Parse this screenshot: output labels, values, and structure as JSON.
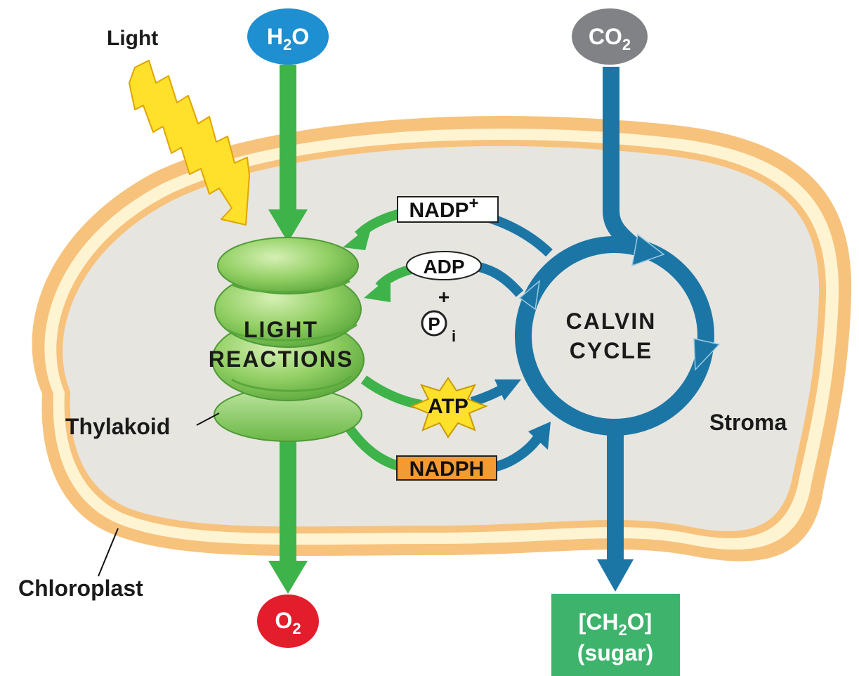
{
  "labels": {
    "light": "Light",
    "thylakoid": "Thylakoid",
    "chloroplast": "Chloroplast",
    "stroma": "Stroma",
    "light_reactions_line1": "LIGHT",
    "light_reactions_line2": "REACTIONS",
    "calvin_line1": "CALVIN",
    "calvin_line2": "CYCLE"
  },
  "inputs": {
    "h2o": {
      "main": "H",
      "sub": "2",
      "tail": "O"
    },
    "co2": {
      "main": "CO",
      "sub": "2"
    }
  },
  "outputs": {
    "o2": {
      "main": "O",
      "sub": "2"
    },
    "sugar_line1": {
      "pre": "[CH",
      "sub": "2",
      "post": "O]"
    },
    "sugar_line2": "(sugar)"
  },
  "carriers": {
    "nadp_plus": {
      "main": "NADP",
      "sup": "+"
    },
    "adp": "ADP",
    "plus": "+",
    "pi": {
      "circle": "P",
      "sub": "i"
    },
    "atp": "ATP",
    "nadph": "NADPH"
  },
  "colors": {
    "green_arrow": "#3db34a",
    "blue_arrow": "#1b76a6",
    "h2o_pill": "#1e8fd0",
    "co2_pill": "#808285",
    "o2_pill": "#e41d2c",
    "sugar_box": "#3db36c",
    "stroma_fill": "#e6e5e0",
    "membrane_outer": "#f7c27c",
    "membrane_inner": "#fff4d2",
    "lightning": "#ffe12b",
    "atp_star": "#ffe12b",
    "nadph_box": "#f39a32",
    "thylakoid": "#8fcf63"
  }
}
